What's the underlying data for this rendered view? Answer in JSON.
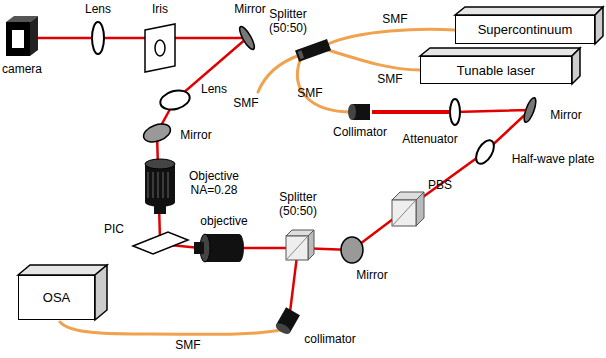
{
  "diagram": {
    "nodes": [
      {
        "text": [
          "OSA"
        ]
      },
      {
        "text": [
          "Supercontinuum"
        ]
      },
      {
        "text": [
          "Tunable laser"
        ]
      }
    ],
    "labels": [
      "camera",
      "Lens",
      "Iris",
      "Mirror",
      "Lens",
      "Mirror",
      "Objective NA=0.28",
      "PIC",
      "objective",
      "Splitter (50:50)",
      "SMF",
      "collimator",
      "Mirror",
      "PBS",
      "Half-wave plate",
      "Mirror",
      "Attenuator",
      "Collimator",
      "Splitter (50:50)",
      "SMF",
      "SMF",
      "SMF",
      "SMF"
    ]
  }
}
